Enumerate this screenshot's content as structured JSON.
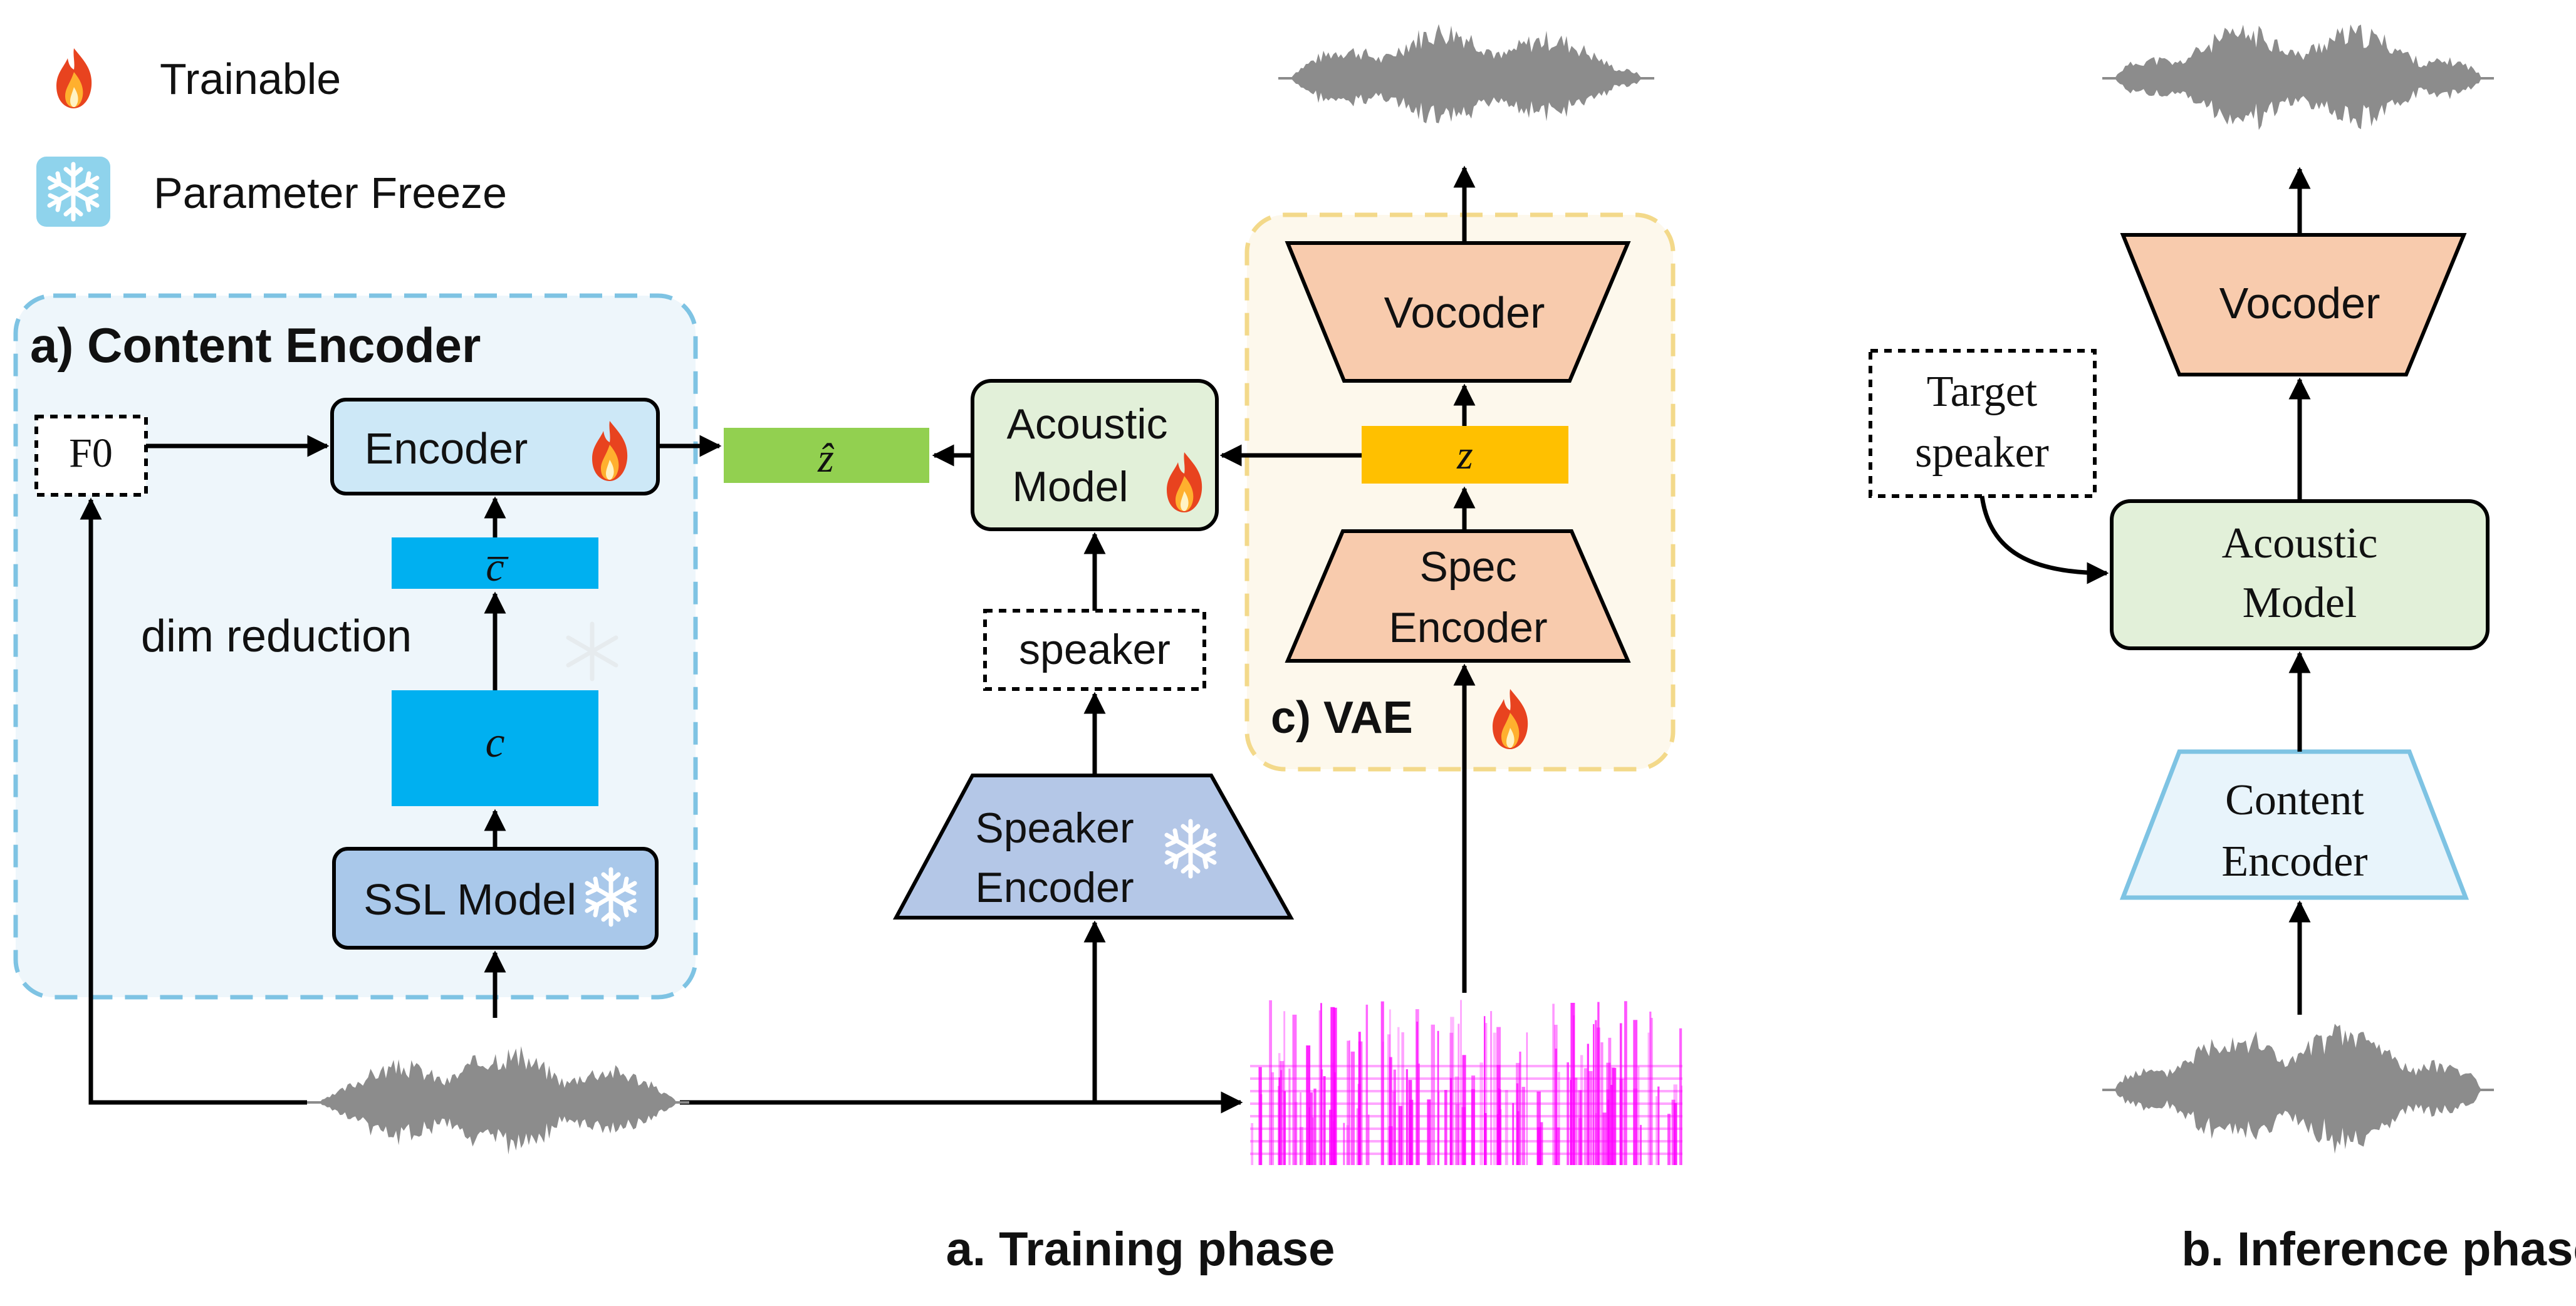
{
  "legend": {
    "trainable": "Trainable",
    "freeze": "Parameter Freeze"
  },
  "content_encoder": {
    "title": "a) Content Encoder",
    "f0": "F0",
    "encoder": "Encoder",
    "c_bar": "c̅",
    "dim_reduction": "dim reduction",
    "c": "c",
    "ssl_model": "SSL Model"
  },
  "training": {
    "z_hat": "ẑ",
    "acoustic_model_line1": "Acoustic",
    "acoustic_model_line2": "Model",
    "speaker": "speaker",
    "speaker_encoder_line1": "Speaker",
    "speaker_encoder_line2": "Encoder",
    "caption": "a. Training phase"
  },
  "vae": {
    "title": "c) VAE",
    "vocoder": "Vocoder",
    "z": "z",
    "spec_encoder_line1": "Spec",
    "spec_encoder_line2": "Encoder"
  },
  "inference": {
    "vocoder": "Vocoder",
    "target_speaker_line1": "Target",
    "target_speaker_line2": "speaker",
    "acoustic_model_line1": "Acoustic",
    "acoustic_model_line2": "Model",
    "content_encoder_line1": "Content",
    "content_encoder_line2": "Encoder",
    "caption": "b. Inference phase"
  },
  "colors": {
    "content_encoder_bg": "#eef6fb",
    "content_encoder_border": "#7ec3e3",
    "vae_bg": "#fdf8ec",
    "vae_border": "#f3d98a",
    "encoder_fill": "#cde8f7",
    "ssl_fill": "#a9c8ea",
    "feature_blue": "#00b0f0",
    "z_hat_green": "#92d050",
    "z_yellow": "#ffc000",
    "acoustic_fill": "#e2f0d9",
    "speaker_encoder_fill": "#b4c7e7",
    "vocoder_fill": "#f8cbad",
    "content_encoder_trap_fill": "#e8f4fb",
    "waveform": "#8c8c8c",
    "spectrogram": "#ff00ff"
  }
}
